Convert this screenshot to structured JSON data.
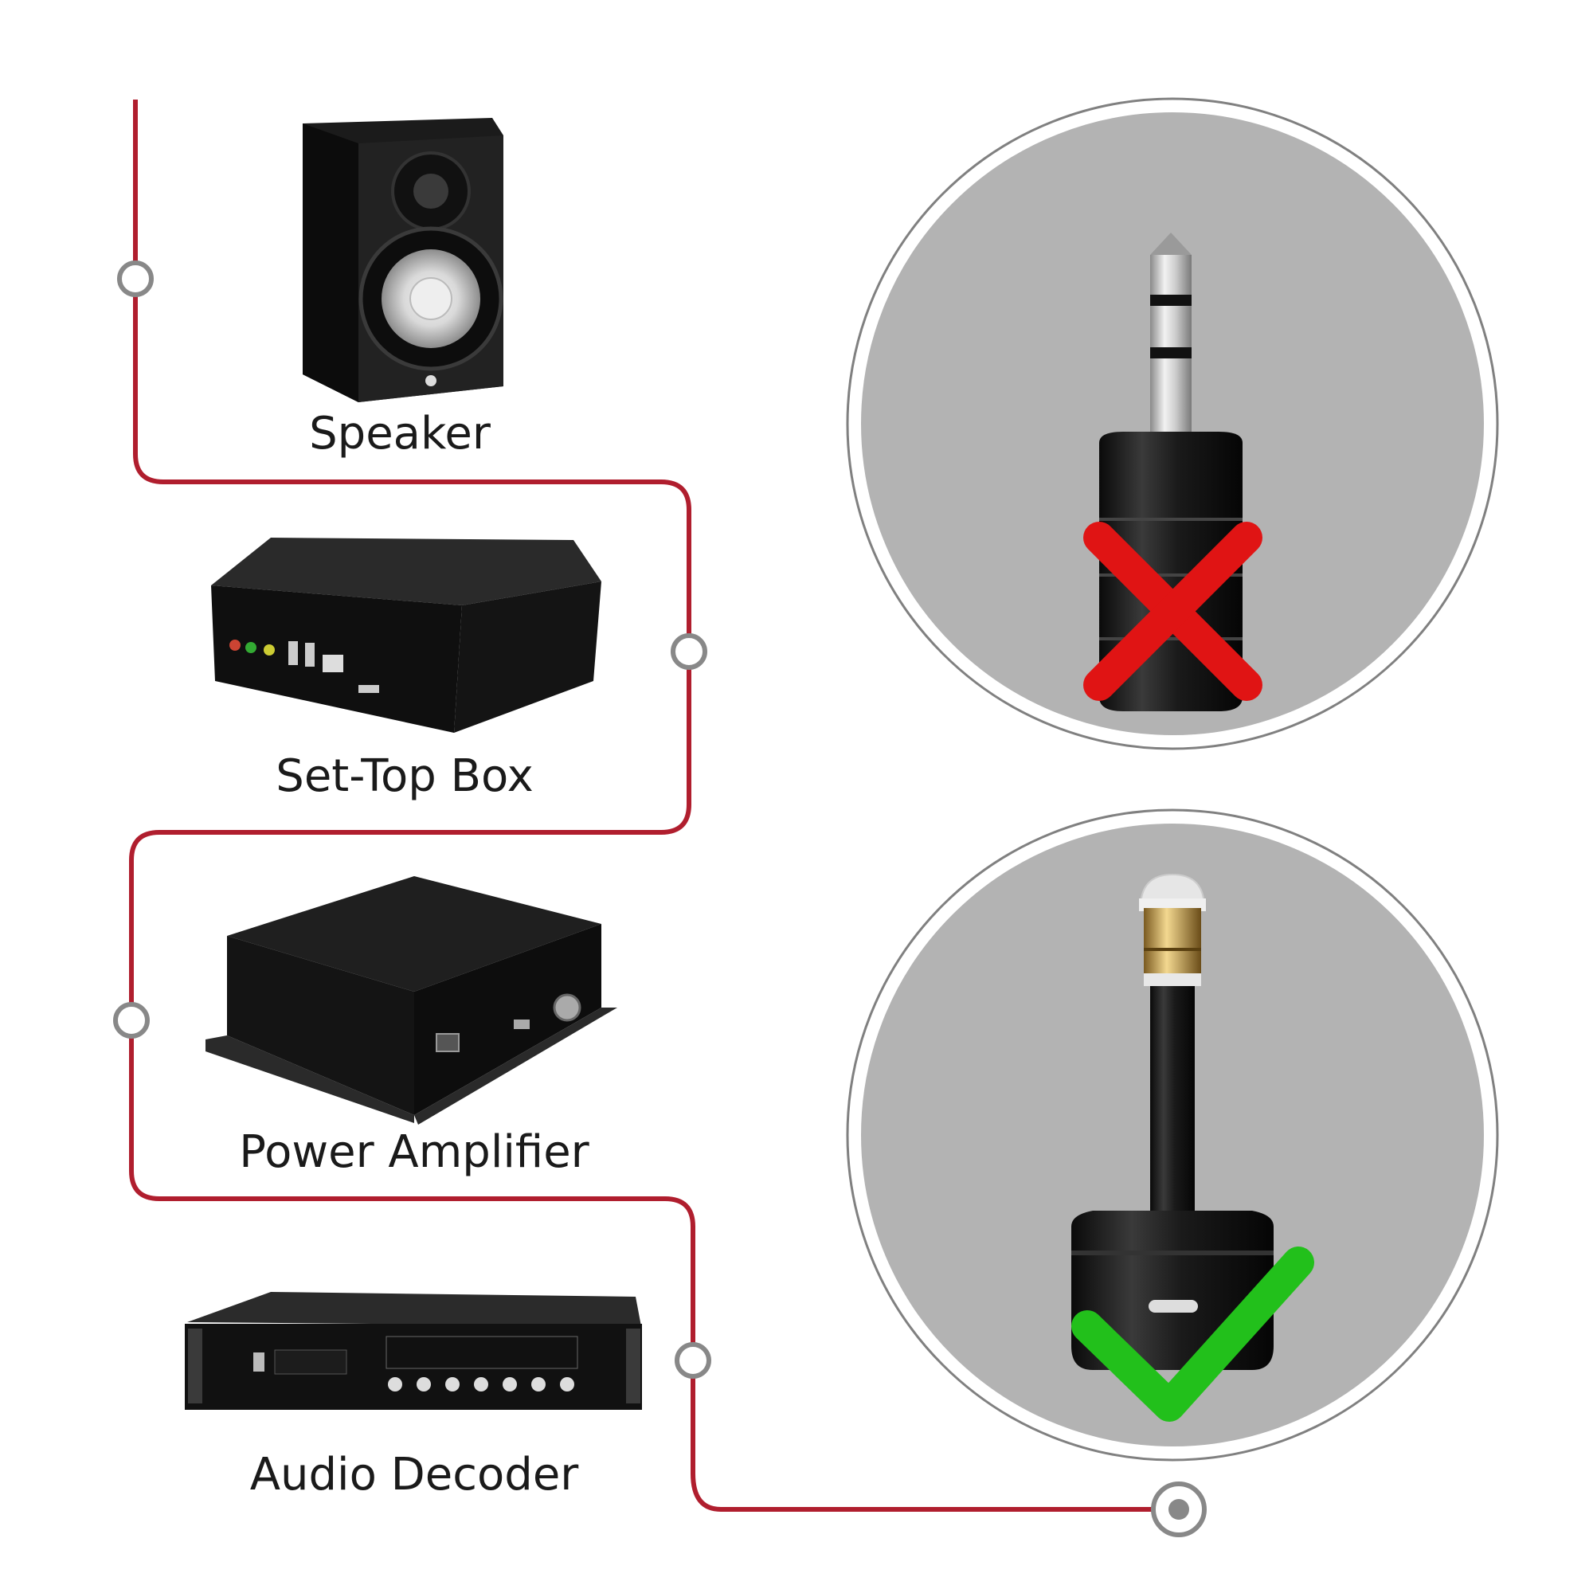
{
  "devices": [
    {
      "id": "speaker",
      "label": "Speaker"
    },
    {
      "id": "set-top-box",
      "label": "Set-Top Box"
    },
    {
      "id": "power-amplifier",
      "label": "Power Amplifier"
    },
    {
      "id": "audio-decoder",
      "label": "Audio Decoder"
    }
  ],
  "connectors": [
    {
      "id": "3.5mm-jack",
      "icon": "cross-icon",
      "status": "incompatible"
    },
    {
      "id": "mini-toslink",
      "icon": "check-icon",
      "status": "compatible"
    }
  ],
  "colors": {
    "line": "#b01e2e",
    "node": "#888888",
    "circle_bg": "#b3b3b3",
    "cross": "#e01414",
    "check": "#22c01b"
  }
}
